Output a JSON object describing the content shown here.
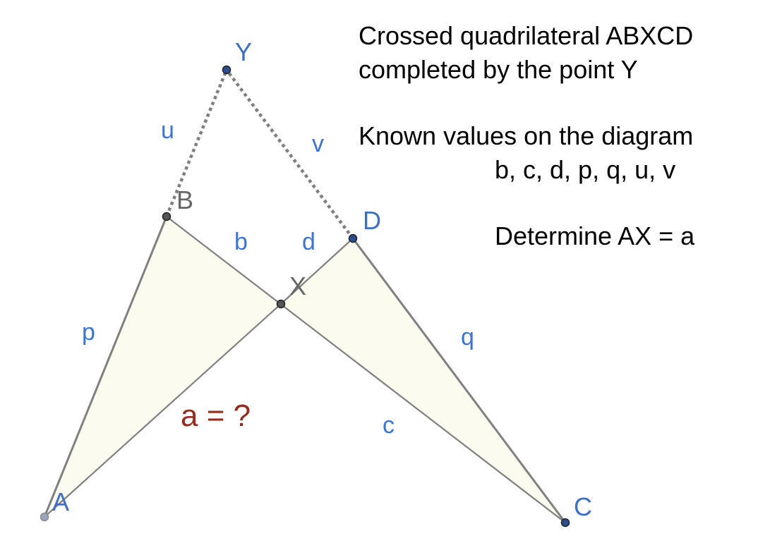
{
  "points": {
    "A": "A",
    "B": "B",
    "C": "C",
    "D": "D",
    "X": "X",
    "Y": "Y"
  },
  "segment_labels": {
    "u": "u",
    "v": "v",
    "b": "b",
    "d": "d",
    "p": "p",
    "q": "q",
    "c": "c"
  },
  "unknown_label": "a = ?",
  "description": {
    "line1": "Crossed quadrilateral ABXCD",
    "line2": "completed by the point Y",
    "line3": "Known values on the diagram",
    "line4": "b, c, d, p, q, u, v",
    "line5": "Determine AX = a"
  },
  "colors": {
    "triangle_fill": "#fbfbef",
    "segment": "#808080",
    "dotted": "#7f7f7f",
    "point_fill": "#2a4d8f",
    "unknown": "#9a2c1e",
    "label_blue": "#3d74d8"
  }
}
